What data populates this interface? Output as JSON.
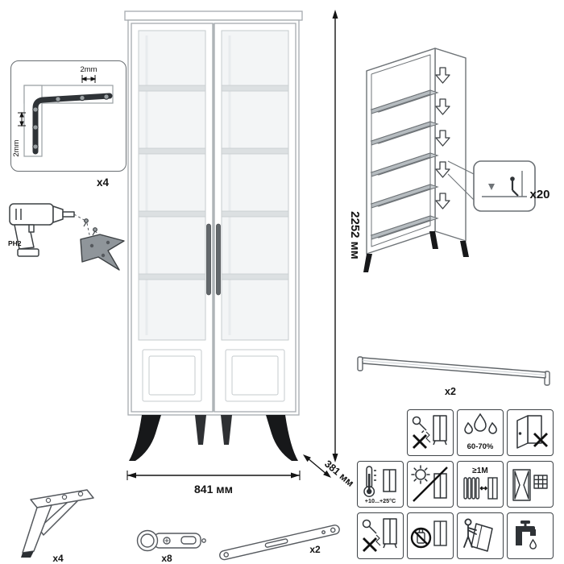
{
  "main_cabinet": {
    "height_label": "2252 мм",
    "width_label": "841 мм",
    "depth_label": "381 мм"
  },
  "corner_detail": {
    "top_gap_label": "2mm",
    "side_gap_label": "2mm"
  },
  "leg_assembly": {
    "count_label": "x4",
    "bit_label": "PH2"
  },
  "shelf_assembly": {
    "pin_count_label": "x20"
  },
  "top_rail": {
    "count_label": "x2"
  },
  "hardware": {
    "leg_count_label": "x4",
    "hinge_count_label": "x8",
    "strap_count_label": "x2"
  },
  "care_icons": {
    "humidity_label": "60-70%",
    "temperature_label": "+10...+25°C",
    "distance_label": "≥1M"
  }
}
